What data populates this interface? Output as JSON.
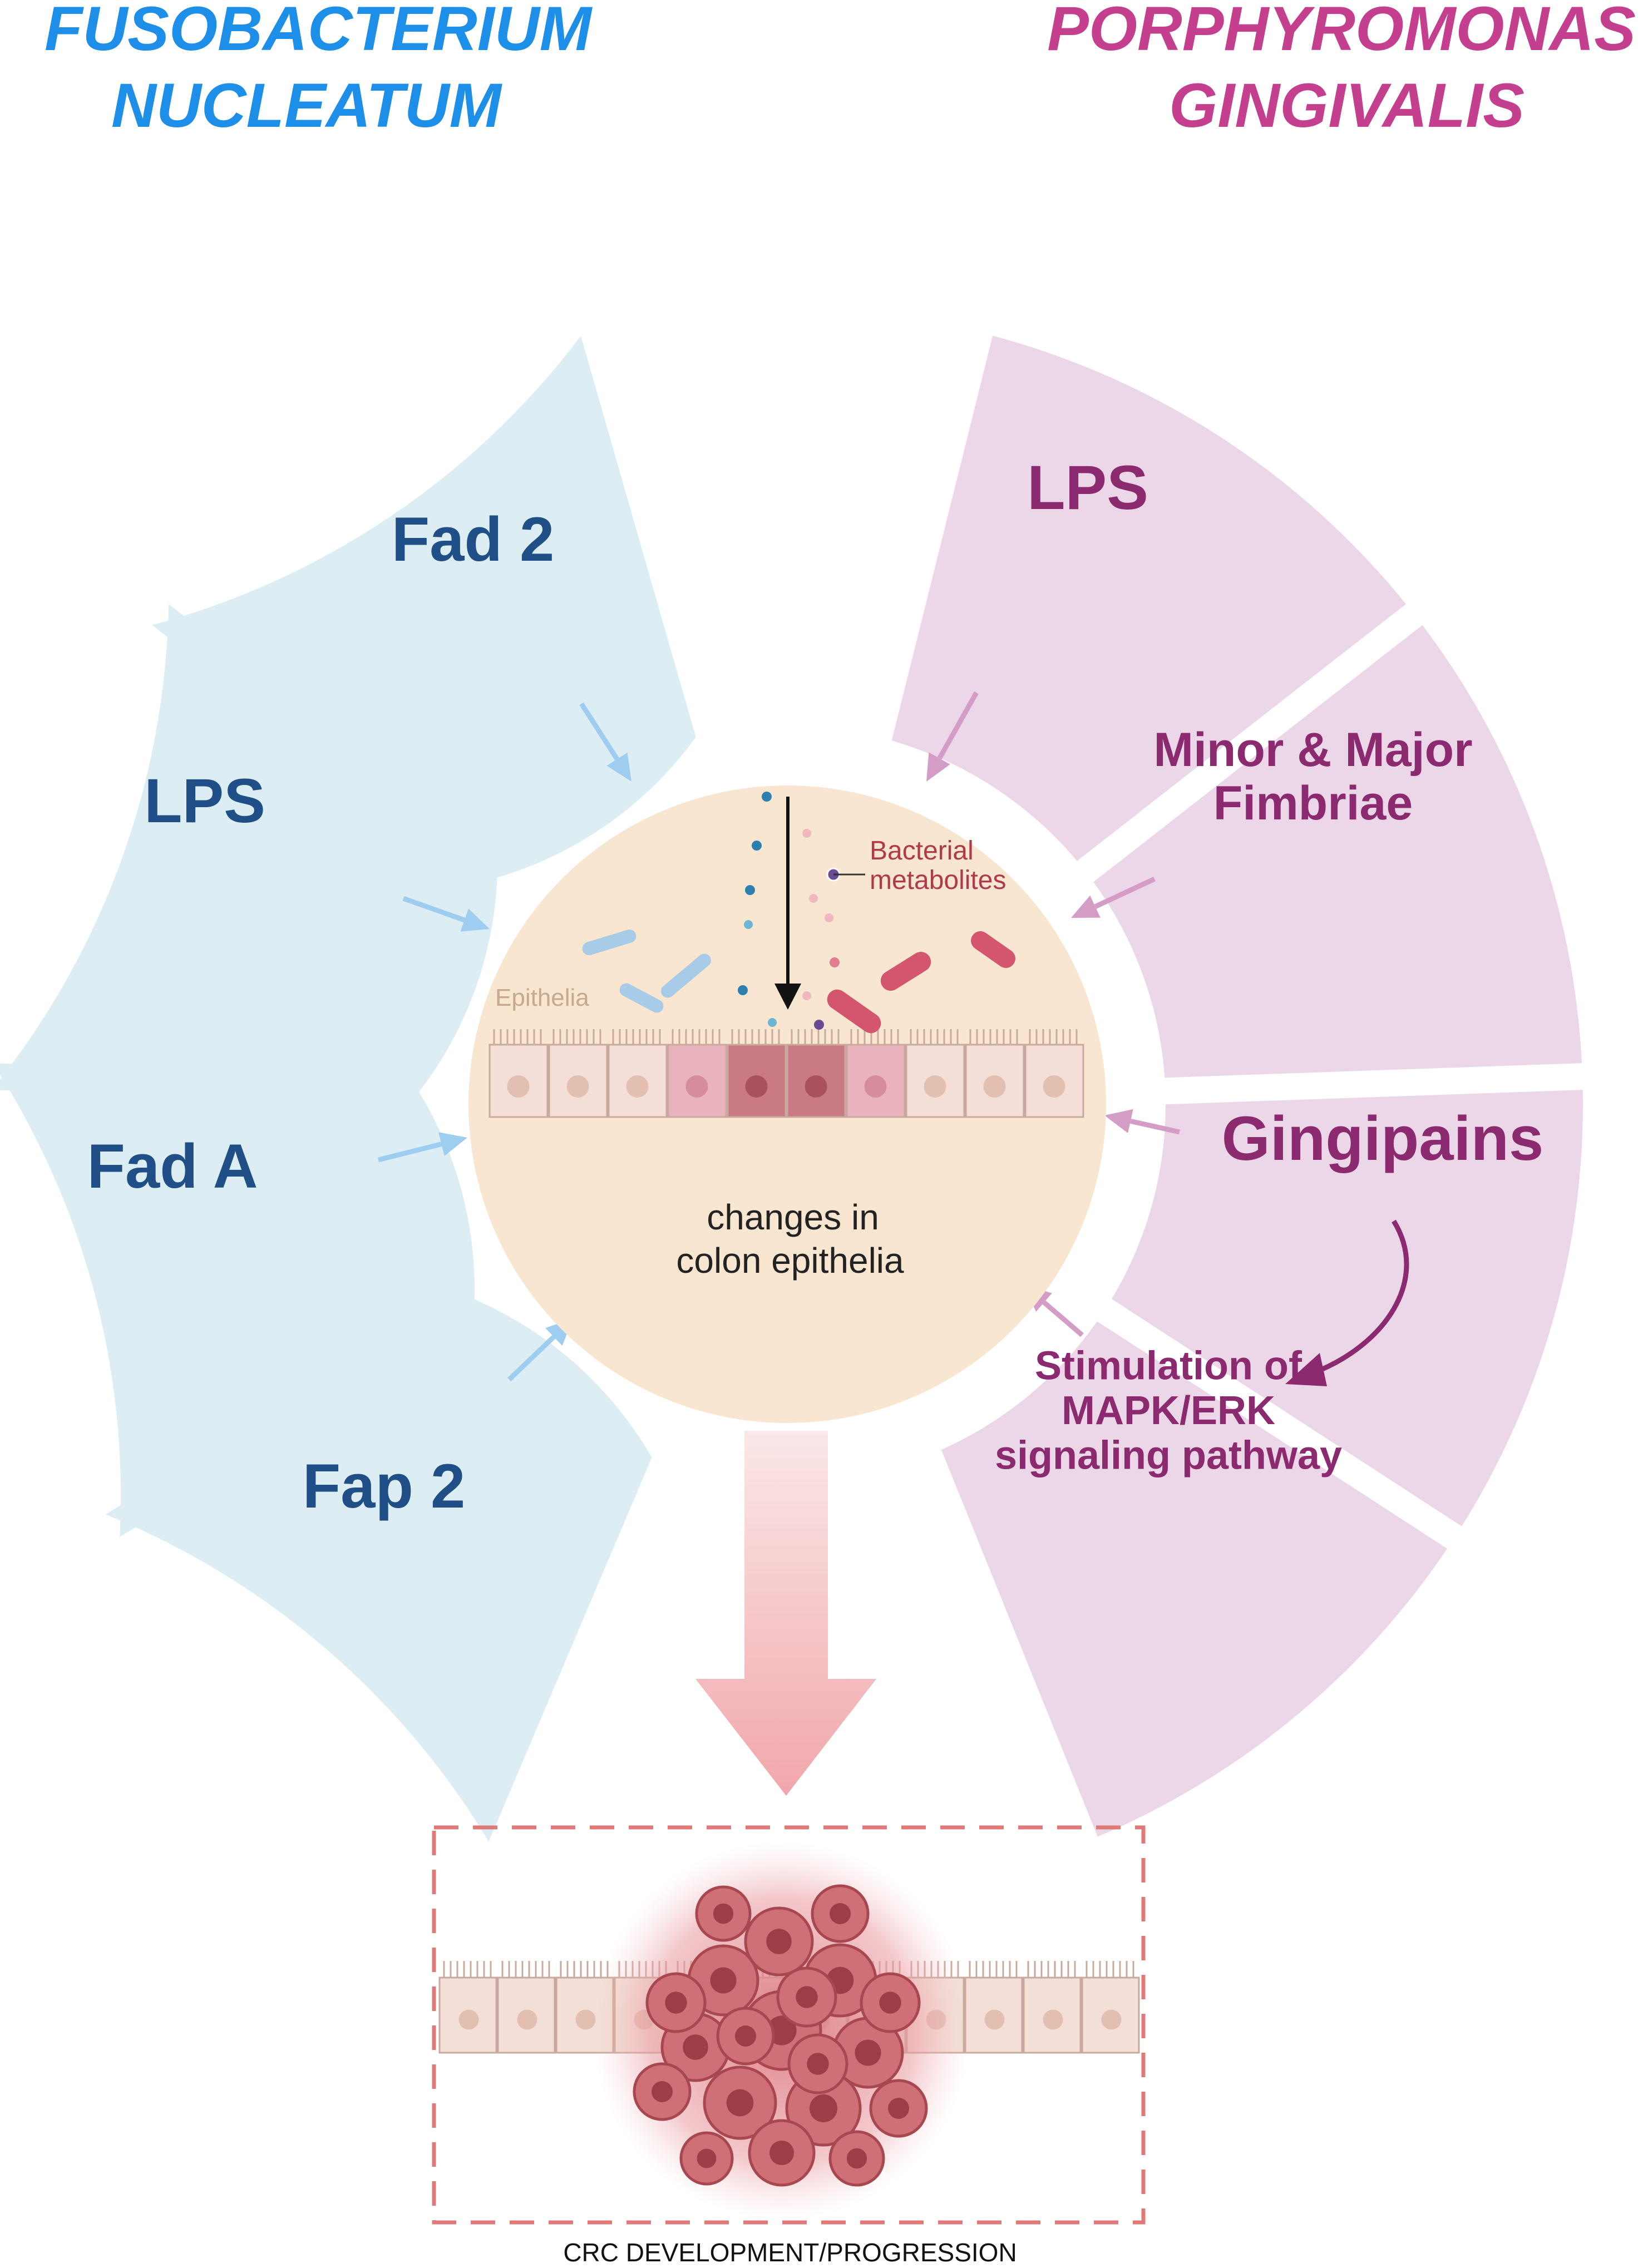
{
  "titles": {
    "left": [
      "FUSOBACTERIUM",
      "NUCLEATUM"
    ],
    "right": [
      "PORPHYROMONAS",
      "GINGIVALIS"
    ]
  },
  "left_segments": [
    {
      "label": [
        "Fad 2"
      ]
    },
    {
      "label": [
        "LPS"
      ]
    },
    {
      "label": [
        "Fad A"
      ]
    },
    {
      "label": [
        "Fap 2"
      ]
    }
  ],
  "right_segments": [
    {
      "label": [
        "LPS"
      ]
    },
    {
      "label": [
        "Minor & Major",
        "Fimbriae"
      ]
    },
    {
      "label": [
        "Gingipains"
      ]
    },
    {
      "label": [
        "Stimulation of",
        "MAPK/ERK",
        "signaling pathway"
      ]
    }
  ],
  "center": {
    "bacterial_metabolites": [
      "Bacterial",
      "metabolites"
    ],
    "epithelia_label": "Epithelia",
    "caption": [
      "changes in",
      "colon epithelia"
    ]
  },
  "outcome_label": "CRC DEVELOPMENT/PROGRESSION",
  "colors": {
    "left_title": "#1e8fe8",
    "left_segment_fill": "#dceef3",
    "left_text": "#1f4f86",
    "left_arrow": "#9fcdf0",
    "right_title": "#c4408f",
    "right_segment_fill": "#ecd7e8",
    "right_text": "#8b2a6f",
    "right_arrow": "#d49dc8",
    "center_fill": "#f8e6d0",
    "metabolites_text": "#b0394a",
    "tumor": "#c9636a",
    "dashed_box": "#e07a78"
  }
}
